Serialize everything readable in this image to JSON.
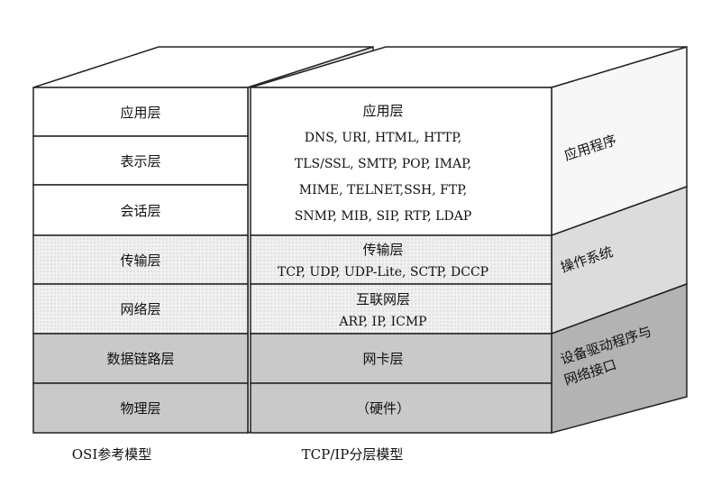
{
  "osi": {
    "caption": "OSI参考模型",
    "layers": [
      {
        "name": "应用层",
        "shade": "light"
      },
      {
        "name": "表示层",
        "shade": "light"
      },
      {
        "name": "会话层",
        "shade": "light"
      },
      {
        "name": "传输层",
        "shade": "dotted"
      },
      {
        "name": "网络层",
        "shade": "dotted"
      },
      {
        "name": "数据链路层",
        "shade": "gray"
      },
      {
        "name": "物理层",
        "shade": "gray"
      }
    ]
  },
  "tcpip": {
    "caption": "TCP/IP分层模型",
    "application": {
      "title": "应用层",
      "protocols": [
        "DNS, URI, HTML, HTTP,",
        "TLS/SSL, SMTP, POP, IMAP,",
        "MIME, TELNET,SSH, FTP,",
        "SNMP, MIB, SIP, RTP, LDAP"
      ]
    },
    "transport": {
      "title": "传输层",
      "protocols": "TCP, UDP, UDP-Lite, SCTP, DCCP"
    },
    "internet": {
      "title": "互联网层",
      "protocols": "ARP, IP, ICMP"
    },
    "link": {
      "title": "网卡层"
    },
    "hardware": {
      "title": "（硬件）"
    }
  },
  "side_labels": {
    "application_program": "应用程序",
    "operating_system": "操作系统",
    "driver_line1": "设备驱动程序与",
    "driver_line2": "网络接口"
  },
  "colors": {
    "white": "#ffffff",
    "dotted": "#ececec",
    "gray": "#c9c9c9",
    "side_white": "#f7f7f7",
    "side_dotted": "#d9d9d9",
    "side_gray": "#b3b3b3",
    "line": "#222222"
  }
}
